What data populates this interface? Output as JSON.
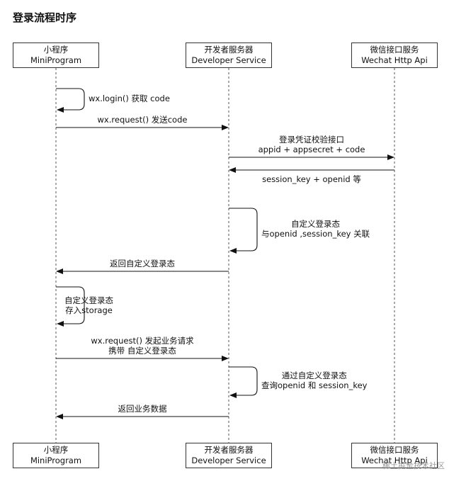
{
  "title": "登录流程时序",
  "participants": [
    {
      "cn": "小程序",
      "en": "MiniProgram"
    },
    {
      "cn": "开发者服务器",
      "en": "Developer Service"
    },
    {
      "cn": "微信接口服务",
      "en": "Wechat Http Api"
    }
  ],
  "messages": [
    {
      "id": "m1",
      "from": 0,
      "to": 0,
      "kind": "self",
      "lines": [
        "wx.login() 获取 code"
      ]
    },
    {
      "id": "m2",
      "from": 0,
      "to": 1,
      "kind": "call",
      "lines": [
        "wx.request() 发送code"
      ]
    },
    {
      "id": "m3",
      "from": 1,
      "to": 2,
      "kind": "call",
      "lines": [
        "登录凭证校验接口",
        "appid + appsecret + code"
      ]
    },
    {
      "id": "m4",
      "from": 2,
      "to": 1,
      "kind": "return",
      "lines": [
        "session_key + openid 等"
      ]
    },
    {
      "id": "m5",
      "from": 1,
      "to": 1,
      "kind": "self",
      "lines": [
        "自定义登录态",
        "与openid ,session_key 关联"
      ]
    },
    {
      "id": "m6",
      "from": 1,
      "to": 0,
      "kind": "return",
      "lines": [
        "返回自定义登录态"
      ]
    },
    {
      "id": "m7",
      "from": 0,
      "to": 0,
      "kind": "self",
      "lines": [
        "自定义登录态",
        "存入storage"
      ]
    },
    {
      "id": "m8",
      "from": 0,
      "to": 1,
      "kind": "call",
      "lines": [
        "wx.request() 发起业务请求",
        "携带 自定义登录态"
      ]
    },
    {
      "id": "m9",
      "from": 1,
      "to": 1,
      "kind": "self",
      "lines": [
        "通过自定义登录态",
        "查询openid 和 session_key"
      ]
    },
    {
      "id": "m10",
      "from": 1,
      "to": 0,
      "kind": "return",
      "lines": [
        "返回业务数据"
      ]
    }
  ],
  "watermark": "稀土掘金技术社区",
  "colors": {
    "line": "#111111",
    "border": "#333333"
  }
}
